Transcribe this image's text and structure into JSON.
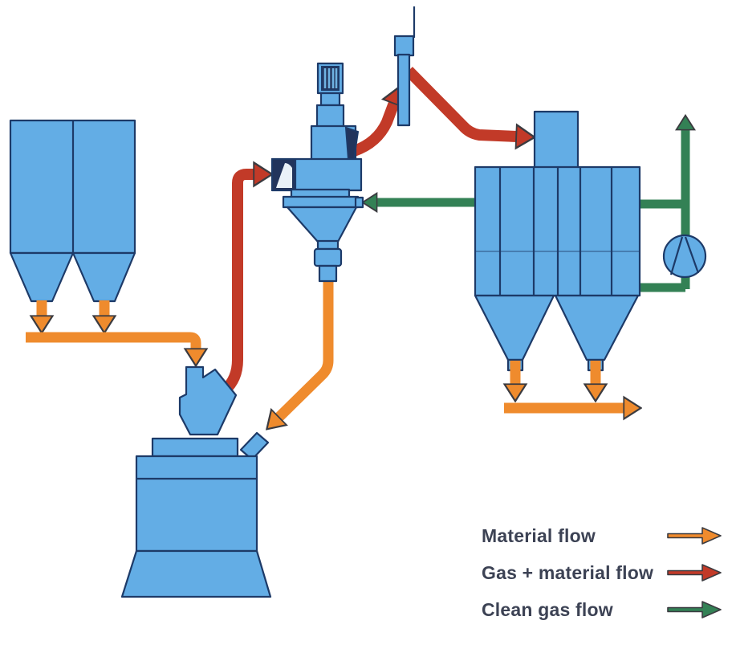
{
  "diagram": {
    "background": "#ffffff",
    "colors": {
      "background": "#ffffff",
      "equipment_fill": "#63ade5",
      "equipment_fill_light": "#79bcec",
      "equipment_outline": "#1d3a68",
      "motor_dark": "#22345c",
      "material_flow": "#ef8b2d",
      "gas_material_flow": "#c23a28",
      "clean_gas_flow": "#338155",
      "legend_text": "#3c4254"
    },
    "legend": {
      "items": [
        {
          "key": "material",
          "label": "Material flow",
          "color": "#ef8b2d"
        },
        {
          "key": "gas_material",
          "label": "Gas + material flow",
          "color": "#c23a28"
        },
        {
          "key": "clean_gas",
          "label": "Clean gas flow",
          "color": "#338155"
        }
      ]
    }
  }
}
